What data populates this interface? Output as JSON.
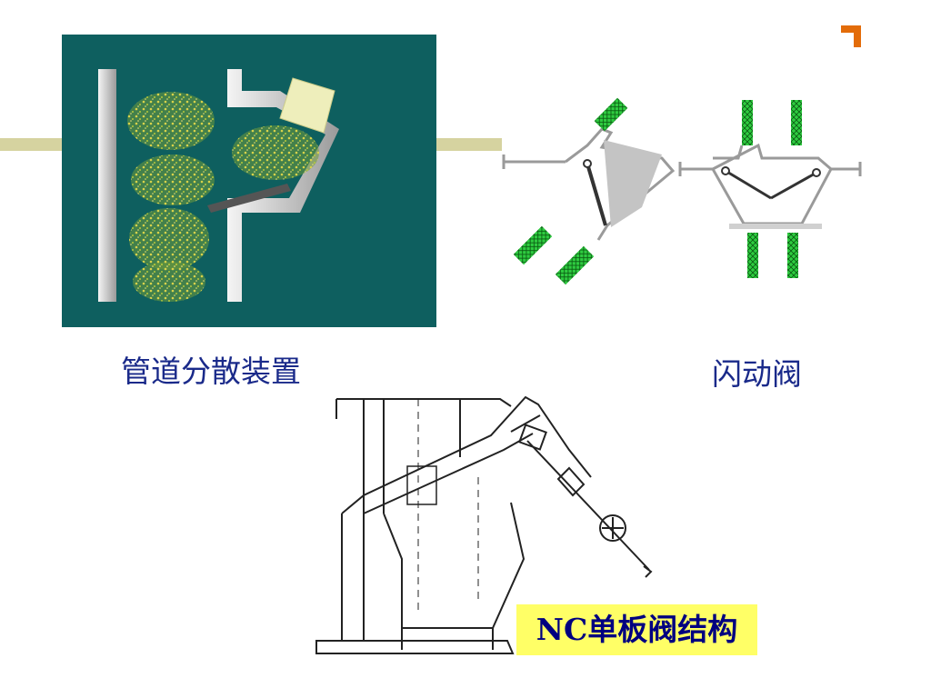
{
  "slide": {
    "captions": {
      "pipe_disperser": "管道分散装置",
      "flash_valve": "闪动阀",
      "nc_valve": "NC单板阀结构"
    }
  },
  "colors": {
    "panel_teal": "#0e5f5f",
    "rule_olive": "#d6d3a0",
    "caption_blue": "#1a2a8a",
    "label_yellow": "#ffff66",
    "valve_green": "#2ecc40"
  },
  "icons": {
    "corner_mark": "corner-bracket-icon"
  }
}
